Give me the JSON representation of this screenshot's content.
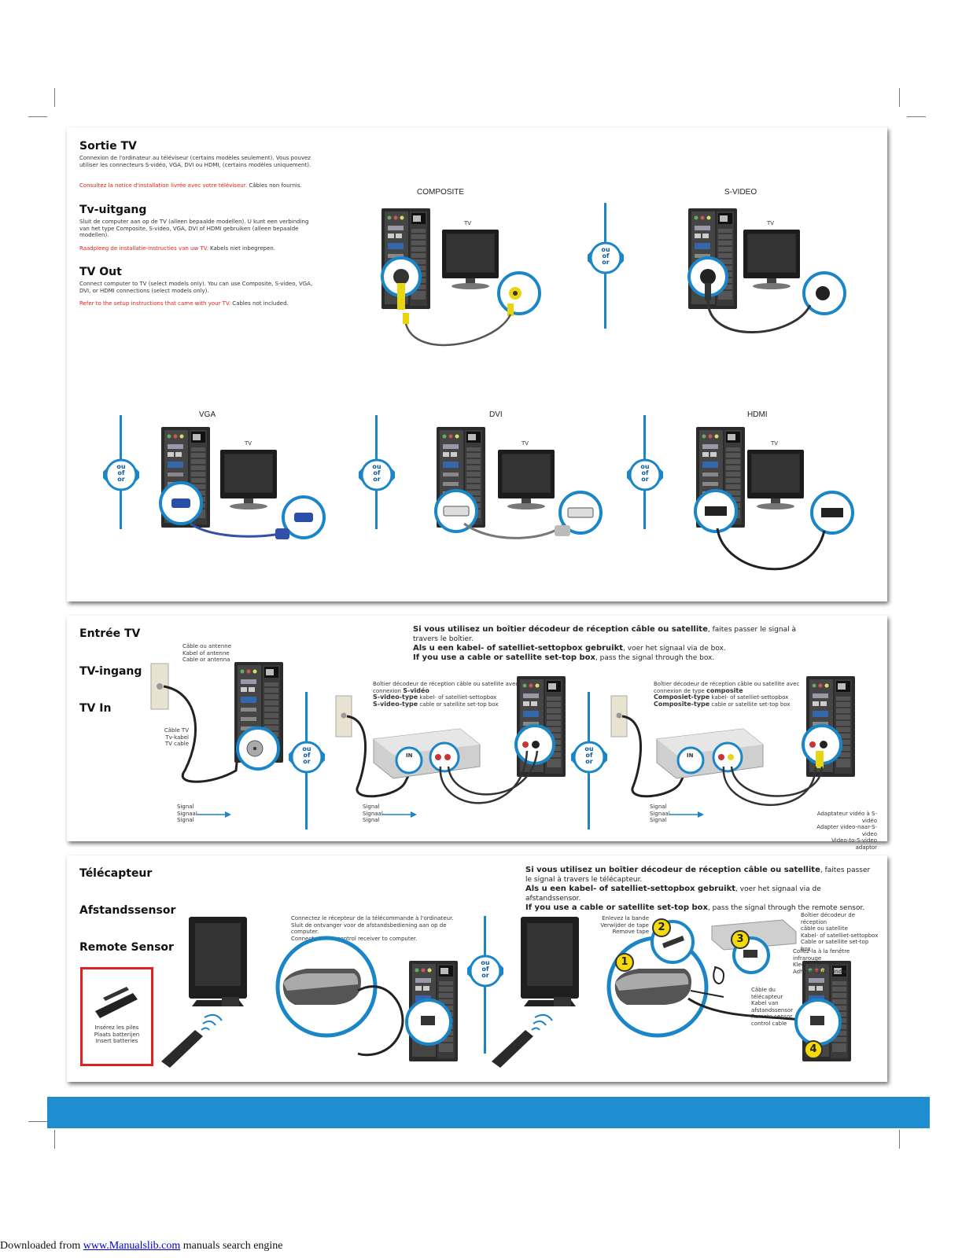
{
  "section1": {
    "fr": {
      "title": "Sortie TV",
      "body": "Connexion de l'ordinateur au téléviseur (certains modèles seulement). Vous pouvez utiliser les connecteurs S-vidéo, VGA, DVI ou HDMI, (certains modèles uniquement).",
      "note_red": "Consultez la notice d'installation livrée avec votre téléviseur.",
      "note_black": " Câbles non fournis."
    },
    "nl": {
      "title": "Tv-uitgang",
      "body": "Sluit de computer aan op de TV (alleen bepaalde modellen). U kunt een verbinding van het type Composite, S-video, VGA, DVI of HDMI gebruiken (alleen bepaalde modellen).",
      "note_red": "Raadpleeg de installatie-instructies van uw TV.",
      "note_black": " Kabels niet inbegrepen."
    },
    "en": {
      "title": "TV Out",
      "body": "Connect computer to TV (select models only). You can use Composite, S-video, VGA, DVI, or HDMI connections (select models only).",
      "note_red": "Refer to the setup instructions that came with your TV.",
      "note_black": " Cables not included."
    },
    "diagrams": {
      "composite": "COMPOSITE",
      "svideo": "S-VIDEO",
      "vga": "VGA",
      "dvi": "DVI",
      "hdmi": "HDMI",
      "tv": "TV"
    }
  },
  "ou_of_or": [
    "ou",
    "of",
    "or"
  ],
  "section2": {
    "title_fr": "Entrée TV",
    "title_nl": "TV-ingang",
    "title_en": "TV In",
    "antenna": [
      "Câble ou antenne",
      "Kabel of antenne",
      "Cable or antenna"
    ],
    "tvcable": [
      "Câble TV",
      "Tv-kabel",
      "TV cable"
    ],
    "signal": [
      "Signal",
      "Signaal",
      "Signal"
    ],
    "settop_fr_bold": "Si vous utilisez un boîtier décodeur de réception câble ou satellite",
    "settop_fr_rest": ", faites passer le signal à travers le boîtier.",
    "settop_nl_bold": "Als u een kabel- of satelliet-settopbox gebruikt",
    "settop_nl_rest": ", voer het signaal via de box.",
    "settop_en_bold": "If you use a cable or satellite set-top box",
    "settop_en_rest": ", pass the signal through the box.",
    "svid_fr": "Boîtier décodeur de réception câble ou satellite avec connexion",
    "svid_fr_b": "S-vidéo",
    "svid_nl_b": "S-video-type",
    "svid_nl": " kabel- of satelliet-settopbox",
    "svid_en_b": "S-video-type",
    "svid_en": " cable or satellite set-top box",
    "comp_fr": "Boîtier décodeur de réception câble ou satellite avec connexion de type",
    "comp_fr_b": "composite",
    "comp_nl_b": "Composiet-type",
    "comp_nl": " kabel- of satelliet-settopbox",
    "comp_en_b": "Composite-type",
    "comp_en": " cable or satellite set-top box",
    "adaptor": [
      "Adaptateur vidéo à S-vidéo",
      "Adapter video-naar-S-video",
      "Video-to-S-video adaptor"
    ],
    "in_label": "IN",
    "tvin_label": "TV IN"
  },
  "section3": {
    "title_fr": "Télécapteur",
    "title_nl": "Afstandssensor",
    "title_en": "Remote Sensor",
    "batteries": [
      "Insérez les piles",
      "Plaats batterijen",
      "Insert batteries"
    ],
    "connect": [
      "Connectez le récepteur de la télécommande à l'ordinateur.",
      "Sluit de ontvanger voor de afstandsbediening aan op de computer.",
      "Connect remote control receiver to computer."
    ],
    "settop_fr_bold": "Si vous utilisez un boîtier décodeur de réception câble ou satellite",
    "settop_fr_rest": ", faites passer le signal à travers le télécapteur.",
    "settop_nl_bold": "Als u een kabel- of satelliet-settopbox gebruikt",
    "settop_nl_rest": ", voer het signaal via de afstandssensor.",
    "settop_en_bold": "If you use a cable or satellite set-top box",
    "settop_en_rest": ", pass the signal through the remote sensor.",
    "tape": [
      "Enlevez la bande",
      "Verwijder de tape",
      "Remove tape"
    ],
    "box": [
      "Boîtier décodeur de réception",
      "câble ou satellite",
      "Kabel- of satelliet-settopbox",
      "Cable or satellite set-top box"
    ],
    "ir": [
      "Collez-la à la fenêtre infrarouge",
      "Kleef op IR-venster",
      "Adhere to IR window"
    ],
    "sensorcable": [
      "Câble du télécapteur",
      "Kabel van",
      "afstandssensor",
      "Remote sensor",
      "control cable"
    ],
    "steps": [
      "1",
      "2",
      "3",
      "4"
    ]
  },
  "footer": {
    "prefix": "Downloaded from ",
    "link": "www.Manualslib.com",
    "suffix": " manuals search engine"
  },
  "colors": {
    "accent_blue": "#1e8ed1",
    "note_red": "#e2231a",
    "step_yellow": "#f5d90a"
  }
}
